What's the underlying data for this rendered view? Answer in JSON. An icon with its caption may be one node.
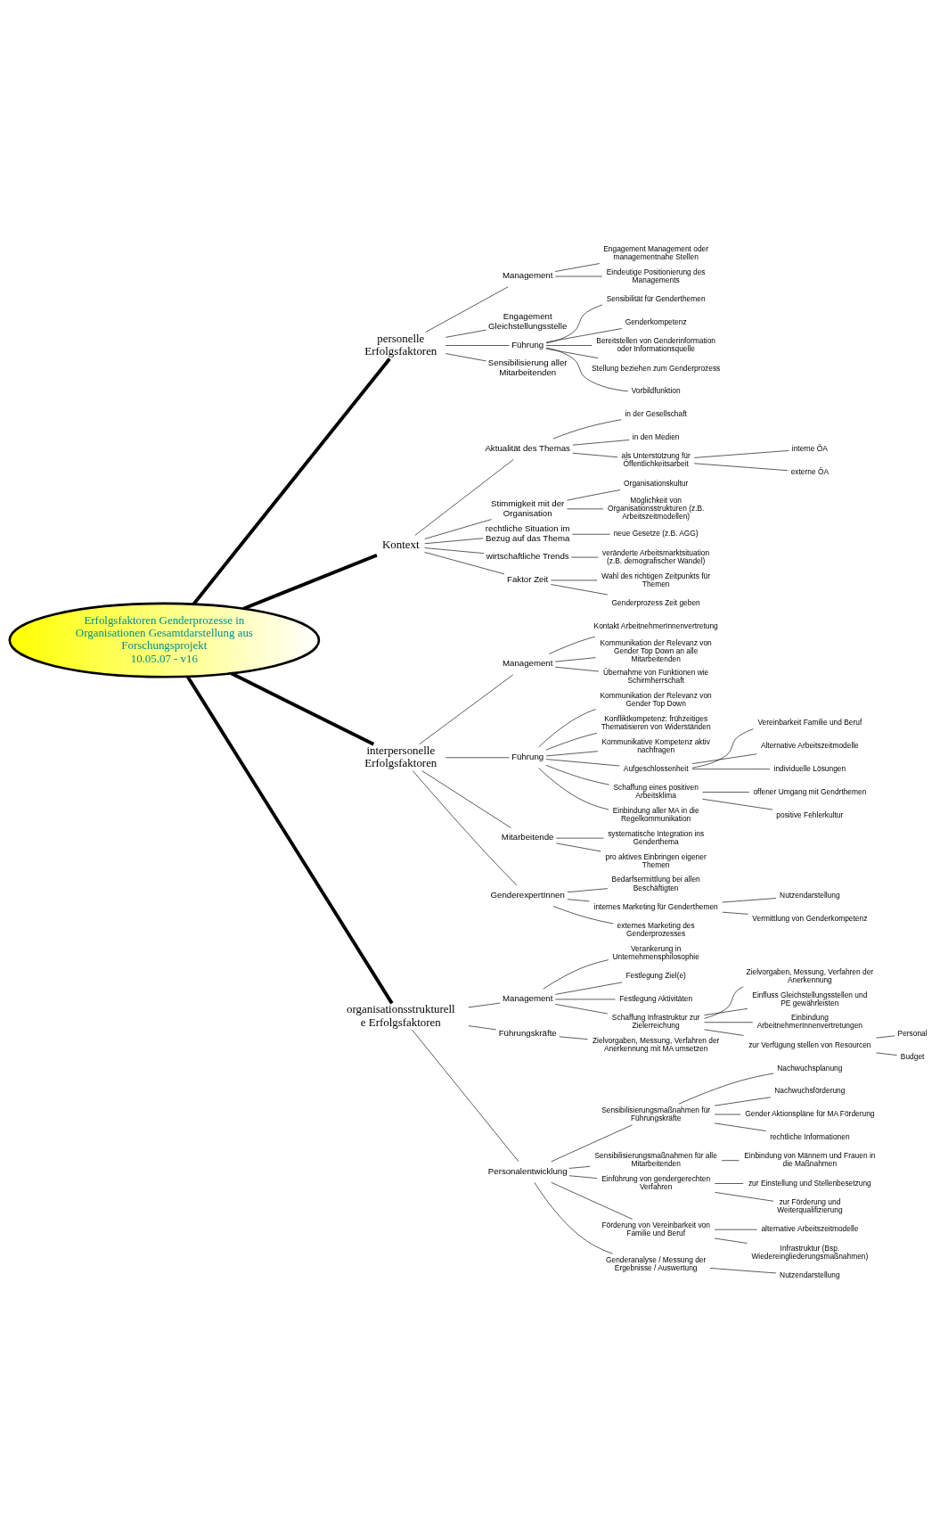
{
  "diagram": {
    "nodes": [
      {
        "text": [
          "Erfolgsfaktoren Genderprozesse in Organisationen Gesamtdarstellung aus Forschungsprojekt",
          "10.05.07 - v16"
        ]
      },
      {
        "text": [
          "personelle Erfolgsfaktoren"
        ]
      },
      {
        "text": [
          "Management"
        ]
      },
      {
        "text": [
          "Engagement Management oder managementnahe Stellen"
        ]
      },
      {
        "text": [
          "Eindeutige Positionierung des Managements"
        ]
      },
      {
        "text": [
          "Engagement Gleichstellungsstelle"
        ]
      },
      {
        "text": [
          "Führung"
        ]
      },
      {
        "text": [
          "Sensibilität für Genderthemen"
        ]
      },
      {
        "text": [
          "Genderkompetenz"
        ]
      },
      {
        "text": [
          "Bereitstellen von Genderinformation oder Informationsquelle"
        ]
      },
      {
        "text": [
          "Stellung beziehen zum Genderprozess"
        ]
      },
      {
        "text": [
          "Vorbildfunktion"
        ]
      },
      {
        "text": [
          "Sensibilisierung aller Mitarbeitenden"
        ]
      },
      {
        "text": [
          "Kontext"
        ]
      },
      {
        "text": [
          "Aktualität des Themas"
        ]
      },
      {
        "text": [
          "in der Gesellschaft"
        ]
      },
      {
        "text": [
          "in den Medien"
        ]
      },
      {
        "text": [
          "als Unterstützung für Öffentlichkeitsarbeit"
        ]
      },
      {
        "text": [
          "interne ÖA"
        ]
      },
      {
        "text": [
          "externe ÖA"
        ]
      },
      {
        "text": [
          "Stimmigkeit mit der Organisation"
        ]
      },
      {
        "text": [
          "Organisationskultur"
        ]
      },
      {
        "text": [
          "Möglichkeit von Organisationsstrukturen (z.B. Arbeitszeitmodellen)"
        ]
      },
      {
        "text": [
          "rechtliche Situation im Bezug auf das Thema"
        ]
      },
      {
        "text": [
          "neue Gesetze (z.B. AGG)"
        ]
      },
      {
        "text": [
          "wirtschaftliche Trends"
        ]
      },
      {
        "text": [
          "veränderte Arbeitsmarktsituation (z.B. demografischer Wandel)"
        ]
      },
      {
        "text": [
          "Faktor Zeit"
        ]
      },
      {
        "text": [
          "Wahl des richtigen Zeitpunkts für Themen"
        ]
      },
      {
        "text": [
          "Genderprozess Zeit geben"
        ]
      },
      {
        "text": [
          "interpersonelle Erfolgsfaktoren"
        ]
      },
      {
        "text": [
          "Management"
        ]
      },
      {
        "text": [
          "Kontakt ArbeitnehmerInnenvertretung"
        ]
      },
      {
        "text": [
          "Kommunikation der Relevanz von Gender Top Down an alle Mitarbeitenden"
        ]
      },
      {
        "text": [
          "Übernahme von Funktionen wie Schirmherrschaft"
        ]
      },
      {
        "text": [
          "Führung"
        ]
      },
      {
        "text": [
          "Kommunikation der Relevanz von Gender Top Down"
        ]
      },
      {
        "text": [
          "Konfliktkompetenz: frühzeitiges Thematisieren von Widerständen"
        ]
      },
      {
        "text": [
          "Kommunikative Kompetenz aktiv nachfragen"
        ]
      },
      {
        "text": [
          "Aufgeschlossenheit"
        ]
      },
      {
        "text": [
          "Vereinbarkeit Familie und Beruf"
        ]
      },
      {
        "text": [
          "Alternative Arbeitszeitmodelle"
        ]
      },
      {
        "text": [
          "individuelle Lösungen"
        ]
      },
      {
        "text": [
          "Schaffung eines positiven Arbeitsklima"
        ]
      },
      {
        "text": [
          "offener Umgang mit Gendrthemen"
        ]
      },
      {
        "text": [
          "positive Fehlerkultur"
        ]
      },
      {
        "text": [
          "Einbindung aller MA in die Regelkommunikation"
        ]
      },
      {
        "text": [
          "Mitarbeitende"
        ]
      },
      {
        "text": [
          "systematische Integration ins Genderthema"
        ]
      },
      {
        "text": [
          "pro aktives Einbringen eigener Themen"
        ]
      },
      {
        "text": [
          "GenderexpertInnen"
        ]
      },
      {
        "text": [
          "Bedarfsermittlung bei allen Beschäftigten"
        ]
      },
      {
        "text": [
          "internes Marketing für Genderthemen"
        ]
      },
      {
        "text": [
          "Nutzendarstellung"
        ]
      },
      {
        "text": [
          "Vermittlung von Genderkompetenz"
        ]
      },
      {
        "text": [
          "externes Marketing des Genderprozesses"
        ]
      },
      {
        "text": [
          "organisationsstrukturelle Erfolgsfaktoren"
        ]
      },
      {
        "text": [
          "Management"
        ]
      },
      {
        "text": [
          "Verankerung in Unternehmensphilosophie"
        ]
      },
      {
        "text": [
          "Festlegung Ziel(e)"
        ]
      },
      {
        "text": [
          "Festlegung Aktivitäten"
        ]
      },
      {
        "text": [
          "Schaffung Infrastruktur zur Zielerreichung"
        ]
      },
      {
        "text": [
          "Zielvorgaben, Messung, Verfahren der Anerkennung"
        ]
      },
      {
        "text": [
          "Einfluss Gleichstellungsstellen und PE gewährleisten"
        ]
      },
      {
        "text": [
          "Einbindung ArbeitnehmerInnenvertretungen"
        ]
      },
      {
        "text": [
          "zur Verfügung stellen von Resourcen"
        ]
      },
      {
        "text": [
          "Personal"
        ]
      },
      {
        "text": [
          "Budget"
        ]
      },
      {
        "text": [
          "Führungskräfte"
        ]
      },
      {
        "text": [
          "Zielvorgaben, Messung, Verfahren der Anerkennung mit MA umsetzen"
        ]
      },
      {
        "text": [
          "Personalentwicklung"
        ]
      },
      {
        "text": [
          "Sensibilisierungsmaßnahmen für Führungskräfte"
        ]
      },
      {
        "text": [
          "Nachwuchsplanung"
        ]
      },
      {
        "text": [
          "Nachwuchsförderung"
        ]
      },
      {
        "text": [
          "Gender Aktionspläne für MA Förderung"
        ]
      },
      {
        "text": [
          "rechtliche Informationen"
        ]
      },
      {
        "text": [
          "Sensibilisierungsmaßnahmen für alle Mitarbeitenden"
        ]
      },
      {
        "text": [
          "Einbindung von Männern und Frauen in die Maßnahmen"
        ]
      },
      {
        "text": [
          "Einführung von gendergerechten Verfahren"
        ]
      },
      {
        "text": [
          "zur Einstellung und Stellenbesetzung"
        ]
      },
      {
        "text": [
          "zur Förderung und Weiterqualifizierung"
        ]
      },
      {
        "text": [
          "Förderung von Vereinbarkeit von Familie und Beruf"
        ]
      },
      {
        "text": [
          "alternative Arbeitszeitmodelle"
        ]
      },
      {
        "text": [
          "Infrastruktur (Bsp. Wiedereingliederungsmaßnahmen)"
        ]
      },
      {
        "text": [
          "Genderanalyse / Messung der Ergebnisse / Auswertung"
        ]
      },
      {
        "text": [
          "Nutzendarstellung"
        ]
      }
    ],
    "edges": [
      {
        "from": 0,
        "to": 1,
        "arrow": "none",
        "style": "thick"
      },
      {
        "from": 1,
        "to": 2,
        "arrow": "none"
      },
      {
        "from": 2,
        "to": 3,
        "arrow": "none"
      },
      {
        "from": 2,
        "to": 4,
        "arrow": "none"
      },
      {
        "from": 1,
        "to": 5,
        "arrow": "none"
      },
      {
        "from": 1,
        "to": 6,
        "arrow": "none"
      },
      {
        "from": 6,
        "to": 7,
        "arrow": "none"
      },
      {
        "from": 6,
        "to": 8,
        "arrow": "none"
      },
      {
        "from": 6,
        "to": 9,
        "arrow": "none"
      },
      {
        "from": 6,
        "to": 10,
        "arrow": "none"
      },
      {
        "from": 6,
        "to": 11,
        "arrow": "none"
      },
      {
        "from": 1,
        "to": 12,
        "arrow": "none"
      },
      {
        "from": 0,
        "to": 13,
        "arrow": "none",
        "style": "thick"
      },
      {
        "from": 13,
        "to": 14,
        "arrow": "none"
      },
      {
        "from": 14,
        "to": 15,
        "arrow": "none"
      },
      {
        "from": 14,
        "to": 16,
        "arrow": "none"
      },
      {
        "from": 14,
        "to": 17,
        "arrow": "none"
      },
      {
        "from": 17,
        "to": 18,
        "arrow": "none"
      },
      {
        "from": 17,
        "to": 19,
        "arrow": "none"
      },
      {
        "from": 13,
        "to": 20,
        "arrow": "none"
      },
      {
        "from": 20,
        "to": 21,
        "arrow": "none"
      },
      {
        "from": 20,
        "to": 22,
        "arrow": "none"
      },
      {
        "from": 13,
        "to": 23,
        "arrow": "none"
      },
      {
        "from": 23,
        "to": 24,
        "arrow": "none"
      },
      {
        "from": 13,
        "to": 25,
        "arrow": "none"
      },
      {
        "from": 25,
        "to": 26,
        "arrow": "none"
      },
      {
        "from": 13,
        "to": 27,
        "arrow": "none"
      },
      {
        "from": 27,
        "to": 28,
        "arrow": "none"
      },
      {
        "from": 27,
        "to": 29,
        "arrow": "none"
      },
      {
        "from": 0,
        "to": 30,
        "arrow": "none",
        "style": "thick"
      },
      {
        "from": 30,
        "to": 31,
        "arrow": "none"
      },
      {
        "from": 31,
        "to": 32,
        "arrow": "none"
      },
      {
        "from": 31,
        "to": 33,
        "arrow": "none"
      },
      {
        "from": 31,
        "to": 34,
        "arrow": "none"
      },
      {
        "from": 30,
        "to": 35,
        "arrow": "none"
      },
      {
        "from": 35,
        "to": 36,
        "arrow": "none"
      },
      {
        "from": 35,
        "to": 37,
        "arrow": "none"
      },
      {
        "from": 35,
        "to": 38,
        "arrow": "none"
      },
      {
        "from": 35,
        "to": 39,
        "arrow": "none"
      },
      {
        "from": 39,
        "to": 40,
        "arrow": "none"
      },
      {
        "from": 39,
        "to": 41,
        "arrow": "none"
      },
      {
        "from": 39,
        "to": 42,
        "arrow": "none"
      },
      {
        "from": 35,
        "to": 43,
        "arrow": "none"
      },
      {
        "from": 43,
        "to": 44,
        "arrow": "none"
      },
      {
        "from": 43,
        "to": 45,
        "arrow": "none"
      },
      {
        "from": 35,
        "to": 46,
        "arrow": "none"
      },
      {
        "from": 30,
        "to": 47,
        "arrow": "none"
      },
      {
        "from": 47,
        "to": 48,
        "arrow": "none"
      },
      {
        "from": 47,
        "to": 49,
        "arrow": "none"
      },
      {
        "from": 30,
        "to": 50,
        "arrow": "none"
      },
      {
        "from": 50,
        "to": 51,
        "arrow": "none"
      },
      {
        "from": 50,
        "to": 52,
        "arrow": "none"
      },
      {
        "from": 52,
        "to": 53,
        "arrow": "none"
      },
      {
        "from": 52,
        "to": 54,
        "arrow": "none"
      },
      {
        "from": 50,
        "to": 55,
        "arrow": "none"
      },
      {
        "from": 0,
        "to": 56,
        "arrow": "none",
        "style": "thick"
      },
      {
        "from": 56,
        "to": 57,
        "arrow": "none"
      },
      {
        "from": 57,
        "to": 58,
        "arrow": "none"
      },
      {
        "from": 57,
        "to": 59,
        "arrow": "none"
      },
      {
        "from": 57,
        "to": 60,
        "arrow": "none"
      },
      {
        "from": 57,
        "to": 61,
        "arrow": "none"
      },
      {
        "from": 61,
        "to": 62,
        "arrow": "none"
      },
      {
        "from": 61,
        "to": 63,
        "arrow": "none"
      },
      {
        "from": 61,
        "to": 64,
        "arrow": "none"
      },
      {
        "from": 61,
        "to": 65,
        "arrow": "none"
      },
      {
        "from": 65,
        "to": 66,
        "arrow": "none"
      },
      {
        "from": 65,
        "to": 67,
        "arrow": "none"
      },
      {
        "from": 56,
        "to": 68,
        "arrow": "none"
      },
      {
        "from": 68,
        "to": 69,
        "arrow": "none"
      },
      {
        "from": 56,
        "to": 70,
        "arrow": "none"
      },
      {
        "from": 70,
        "to": 71,
        "arrow": "none"
      },
      {
        "from": 71,
        "to": 72,
        "arrow": "none"
      },
      {
        "from": 71,
        "to": 73,
        "arrow": "none"
      },
      {
        "from": 71,
        "to": 74,
        "arrow": "none"
      },
      {
        "from": 71,
        "to": 75,
        "arrow": "none"
      },
      {
        "from": 70,
        "to": 76,
        "arrow": "none"
      },
      {
        "from": 76,
        "to": 77,
        "arrow": "none"
      },
      {
        "from": 70,
        "to": 78,
        "arrow": "none"
      },
      {
        "from": 78,
        "to": 79,
        "arrow": "none"
      },
      {
        "from": 78,
        "to": 80,
        "arrow": "none"
      },
      {
        "from": 70,
        "to": 81,
        "arrow": "none"
      },
      {
        "from": 81,
        "to": 82,
        "arrow": "none"
      },
      {
        "from": 81,
        "to": 83,
        "arrow": "none"
      },
      {
        "from": 70,
        "to": 84,
        "arrow": "none"
      },
      {
        "from": 84,
        "to": 85,
        "arrow": "none"
      }
    ]
  }
}
